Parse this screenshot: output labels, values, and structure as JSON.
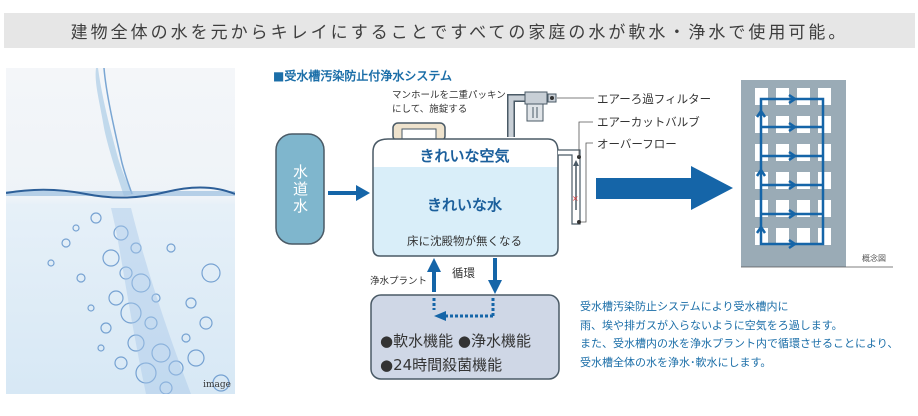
{
  "headline": "建物全体の水を元からキレイにすることですべての家庭の水が軟水・浄水で使用可能。",
  "photo": {
    "caption": "image",
    "subject": "water-splash-photo"
  },
  "diagram": {
    "title": "■受水槽汚染防止付浄水システム",
    "tap_water": [
      "水",
      "道",
      "水"
    ],
    "manhole_note": [
      "マンホールを二重パッキン",
      "にして、施錠する"
    ],
    "tank": {
      "air_label": "きれいな空気",
      "water_label": "きれいな水",
      "floor_label": "床に沈殿物が無くなる"
    },
    "parts": {
      "air_filter": "エアーろ過フィルター",
      "air_cut_valve": "エアーカットバルブ",
      "overflow": "オーバーフロー"
    },
    "plant_label": "浄水プラント",
    "circulation_label": "循環",
    "plant_box": {
      "line1": "●軟水機能 ●浄水機能",
      "line2": "●24時間殺菌機能"
    },
    "concept_label": "概念図",
    "building_floors": 6
  },
  "description": [
    "受水槽汚染防止システムにより受水槽内に",
    "雨、埃や排ガスが入らないように空気をろ過します。",
    "また、受水槽内の水を浄水プラント内で循環させることにより、",
    "受水槽全体の水を浄水･軟水にします。"
  ],
  "colors": {
    "accent_blue": "#1b6ea8",
    "arrow_blue": "#1565a8",
    "tap_water_fill": "#7fb6cd",
    "tank_water_fill": "#d9eef9",
    "plant_fill": "#cfd7e6",
    "building_fill": "#9aabb6",
    "headline_bg": "#e6e6e6"
  }
}
